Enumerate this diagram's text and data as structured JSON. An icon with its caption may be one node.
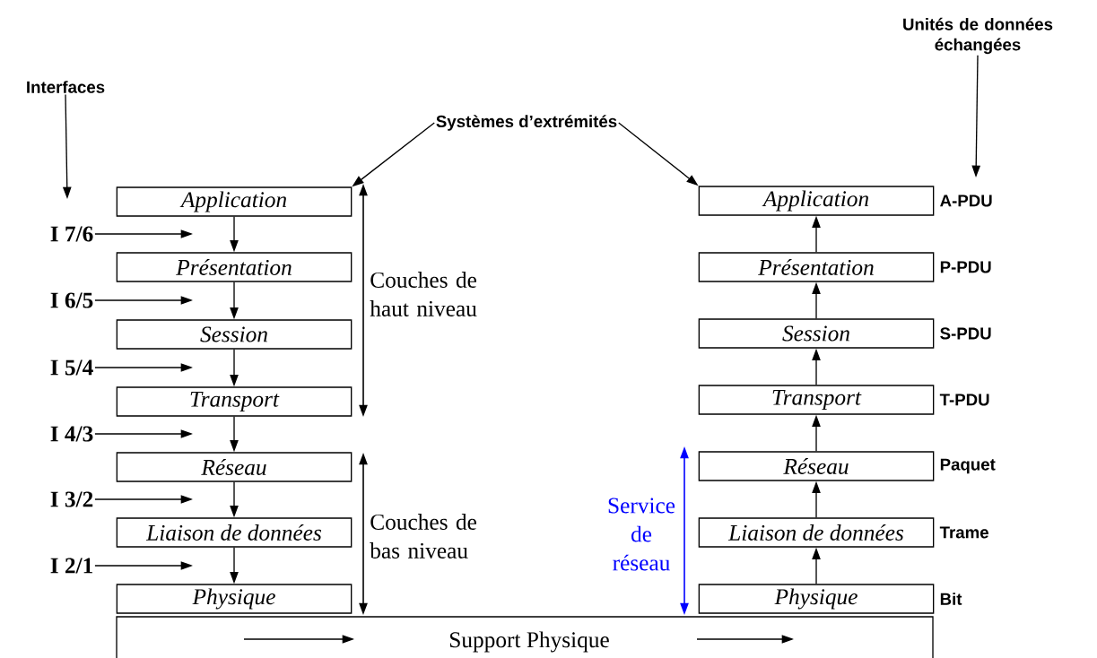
{
  "diagram": {
    "nodes": [
      {
        "text": [
          "Application"
        ]
      },
      {
        "text": [
          "Présentation"
        ]
      },
      {
        "text": [
          "Session"
        ]
      },
      {
        "text": [
          "Transport"
        ]
      },
      {
        "text": [
          "Réseau"
        ]
      },
      {
        "text": [
          "Liaison de données"
        ]
      },
      {
        "text": [
          "Physique"
        ]
      },
      {
        "text": [
          "Application"
        ],
        "beside": [
          "A-PDU"
        ]
      },
      {
        "text": [
          "Présentation"
        ],
        "beside": [
          "P-PDU"
        ]
      },
      {
        "text": [
          "Session"
        ],
        "beside": [
          "S-PDU"
        ]
      },
      {
        "text": [
          "Transport"
        ],
        "beside": [
          "T-PDU"
        ]
      },
      {
        "text": [
          "Réseau"
        ],
        "beside": [
          "Paquet"
        ]
      },
      {
        "text": [
          "Liaison de données"
        ],
        "beside": [
          "Trame"
        ]
      },
      {
        "text": [
          "Physique"
        ],
        "beside": [
          "Bit"
        ]
      },
      {
        "text": [
          "Support Physique"
        ]
      },
      {
        "text": [
          "I 7/6"
        ]
      },
      {
        "text": [
          "I 6/5"
        ]
      },
      {
        "text": [
          "I 5/4"
        ]
      },
      {
        "text": [
          "I 4/3"
        ]
      },
      {
        "text": [
          "I 3/2"
        ]
      },
      {
        "text": [
          "I 2/1"
        ]
      },
      {
        "text": [
          "Interfaces"
        ]
      },
      {
        "text": [
          "Systèmes d’extrémités"
        ]
      },
      {
        "text": [
          "Unités de données échangées"
        ]
      }
    ],
    "edges": [
      {
        "from": 0,
        "to": 1,
        "arrow": "to"
      },
      {
        "from": 1,
        "to": 2,
        "arrow": "to"
      },
      {
        "from": 2,
        "to": 3,
        "arrow": "to"
      },
      {
        "from": 3,
        "to": 4,
        "arrow": "to"
      },
      {
        "from": 4,
        "to": 5,
        "arrow": "to"
      },
      {
        "from": 5,
        "to": 6,
        "arrow": "to"
      },
      {
        "from": 13,
        "to": 12,
        "arrow": "to"
      },
      {
        "from": 12,
        "to": 11,
        "arrow": "to"
      },
      {
        "from": 11,
        "to": 10,
        "arrow": "to"
      },
      {
        "from": 10,
        "to": 9,
        "arrow": "to"
      },
      {
        "from": 9,
        "to": 8,
        "arrow": "to"
      },
      {
        "from": 8,
        "to": 7,
        "arrow": "to"
      },
      {
        "from": 15,
        "to": null,
        "arrow": "to"
      },
      {
        "from": 16,
        "to": null,
        "arrow": "to"
      },
      {
        "from": 17,
        "to": null,
        "arrow": "to"
      },
      {
        "from": 18,
        "to": null,
        "arrow": "to"
      },
      {
        "from": 19,
        "to": null,
        "arrow": "to"
      },
      {
        "from": 20,
        "to": null,
        "arrow": "to"
      },
      {
        "from": 21,
        "to": null,
        "arrow": "to"
      },
      {
        "from": 22,
        "to": 0,
        "arrow": "to"
      },
      {
        "from": 22,
        "to": 7,
        "arrow": "to"
      },
      {
        "from": 23,
        "to": null,
        "arrow": "to"
      }
    ],
    "labels": [
      "Couches de haut niveau",
      "Couches de bas niveau",
      "Service de réseau"
    ]
  }
}
